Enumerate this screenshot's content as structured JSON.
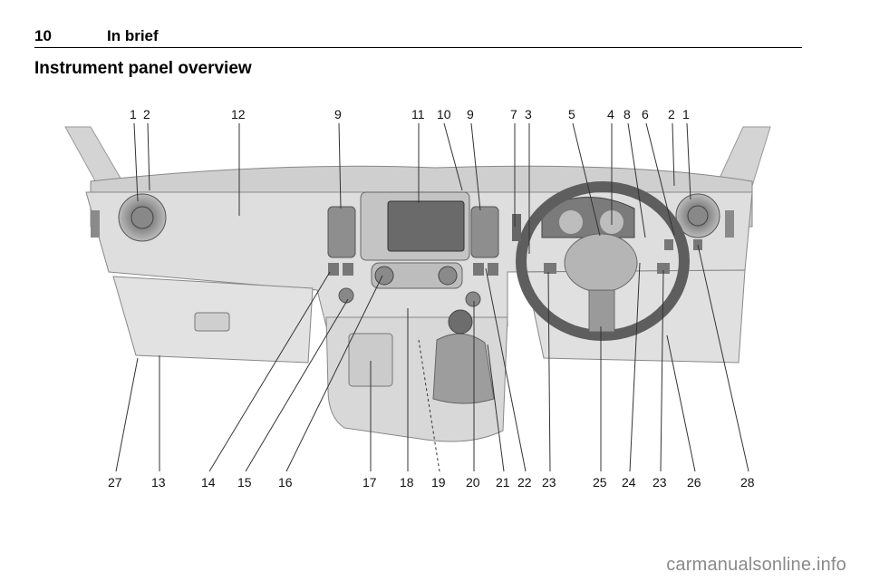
{
  "header": {
    "page_number": "10",
    "section": "In brief"
  },
  "title": "Instrument panel overview",
  "callouts_top": [
    "1",
    "2",
    "12",
    "9",
    "11",
    "10",
    "9",
    "7",
    "3",
    "5",
    "4",
    "8",
    "6",
    "2",
    "1"
  ],
  "callouts_bottom": [
    "27",
    "13",
    "14",
    "15",
    "16",
    "17",
    "18",
    "19",
    "20",
    "21",
    "22",
    "23",
    "25",
    "24",
    "23",
    "26",
    "28"
  ],
  "watermark": "carmanualsonline.info"
}
